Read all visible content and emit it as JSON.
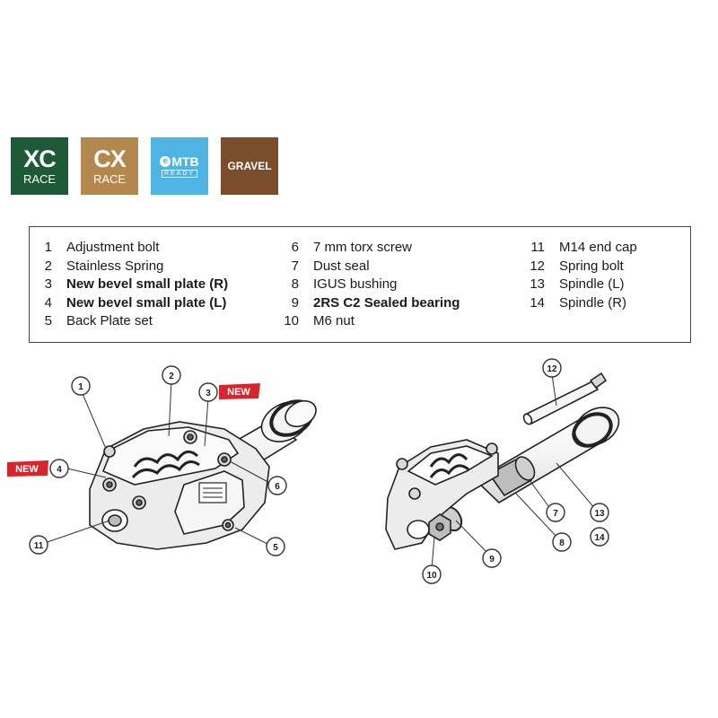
{
  "badges": {
    "xc": {
      "big": "XC",
      "small": "RACE",
      "color": "#1f5a36"
    },
    "cx": {
      "big": "CX",
      "small": "RACE",
      "color": "#b3884f"
    },
    "emtb": {
      "top": "MTB",
      "e": "e",
      "bottom": "READY",
      "color": "#4fb3e4"
    },
    "gravel": {
      "label": "GRAVEL",
      "color": "#7a4d2b"
    }
  },
  "legend": {
    "col1": [
      {
        "num": "1",
        "label": "Adjustment bolt"
      },
      {
        "num": "2",
        "label": "Stainless Spring"
      },
      {
        "num": "3",
        "label": "New bevel small plate (R)"
      },
      {
        "num": "4",
        "label": "New bevel small plate (L)"
      },
      {
        "num": "5",
        "label": "Back Plate set"
      }
    ],
    "col2": [
      {
        "num": "6",
        "label": "7 mm torx screw"
      },
      {
        "num": "7",
        "label": "Dust seal"
      },
      {
        "num": "8",
        "label": "IGUS bushing"
      },
      {
        "num": "9",
        "label": "2RS C2 Sealed bearing"
      },
      {
        "num": "10",
        "label": "M6 nut"
      }
    ],
    "col3": [
      {
        "num": "11",
        "label": "M14 end cap"
      },
      {
        "num": "12",
        "label": "Spring bolt"
      },
      {
        "num": "13",
        "label": "Spindle (L)"
      },
      {
        "num": "14",
        "label": "Spindle (R)"
      }
    ]
  },
  "new_tag": "NEW",
  "new_color": "#d6262c",
  "callouts": [
    "1",
    "2",
    "3",
    "4",
    "5",
    "6",
    "11",
    "12",
    "7",
    "13",
    "8",
    "9",
    "10",
    "14"
  ]
}
